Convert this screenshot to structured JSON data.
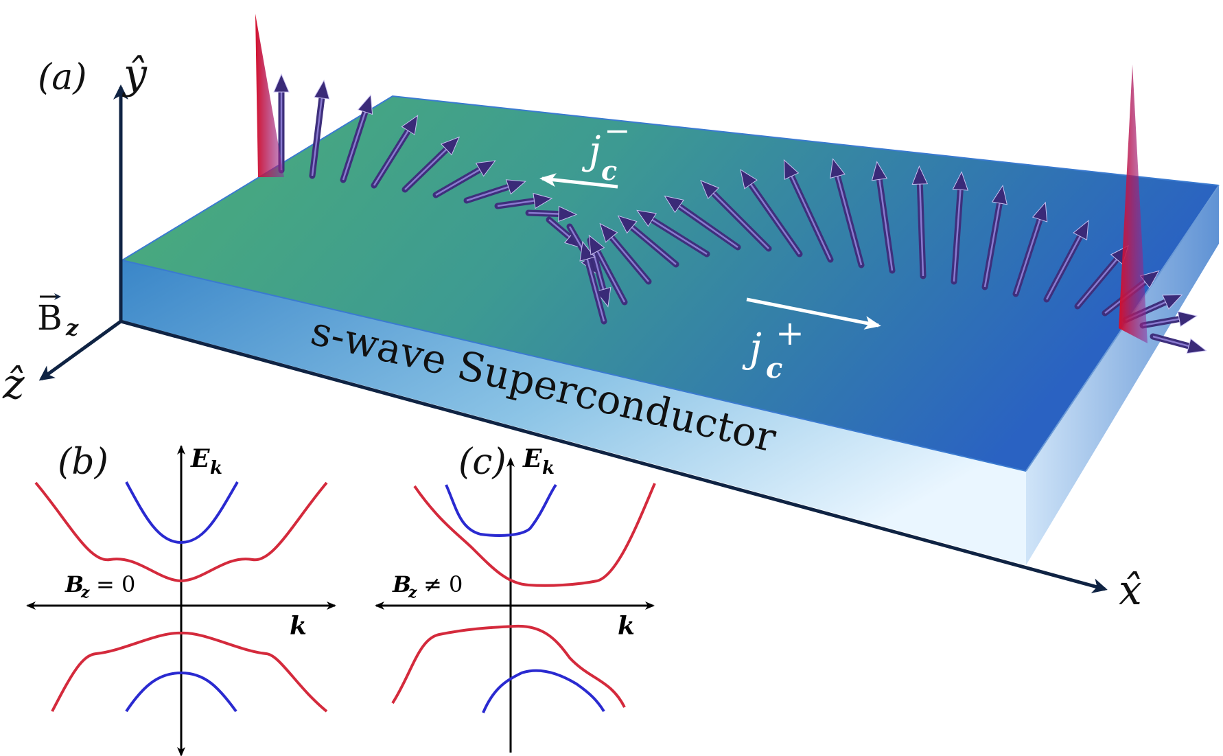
{
  "panel_a": {
    "label": "(a)",
    "axis_y": "ŷ",
    "axis_z": "ẑ",
    "axis_x": "x̂",
    "field_vector": "B",
    "field_subscript": "z",
    "slab_label": "s-wave Superconductor",
    "current_minus": "j",
    "current_minus_sub": "c",
    "current_minus_sup": "−",
    "current_plus": "j",
    "current_plus_sub": "c",
    "current_plus_sup": "+"
  },
  "panel_b": {
    "label": "(b)",
    "energy_axis": "E",
    "energy_sub": "k",
    "k_axis": "k",
    "condition": "B",
    "condition_sub": "z",
    "condition_rel": "= 0"
  },
  "panel_c": {
    "label": "(c)",
    "energy_axis": "E",
    "energy_sub": "k",
    "k_axis": "k",
    "condition": "B",
    "condition_sub": "z",
    "condition_rel": "≠ 0"
  },
  "colors": {
    "axis": "#0f2343",
    "band_red": "#d42a3c",
    "band_blue": "#2a2ad0",
    "spin_arrow": "#4a3a8c",
    "slab_top_left": "#4aaa7a",
    "slab_top_right": "#2a64c0",
    "edge_peak": "#d0102a"
  }
}
